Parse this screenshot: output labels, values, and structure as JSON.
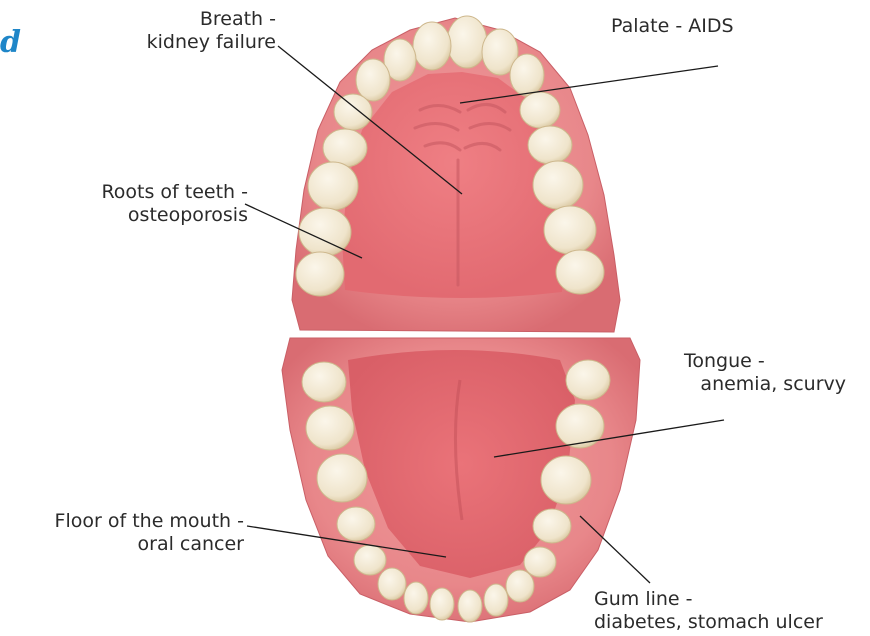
{
  "corner_glyph": "d",
  "labels": {
    "breath": {
      "line1": "Breath -",
      "line2": "kidney failure"
    },
    "palate": {
      "line1": "Palate - AIDS"
    },
    "roots": {
      "line1": "Roots of teeth -",
      "line2": "osteoporosis"
    },
    "tongue": {
      "line1": "Tongue -",
      "line2": "anemia, scurvy"
    },
    "floor": {
      "line1": "Floor of the mouth -",
      "line2": "oral cancer"
    },
    "gum": {
      "line1": "Gum line -",
      "line2": "diabetes, stomach ulcer"
    }
  },
  "colors": {
    "gum": "#e8878a",
    "gum_dark": "#c9575e",
    "tongue": "#e46f74",
    "tooth": "#f4ecd9",
    "tooth_shade": "#d9c8a3",
    "leader": "#1a1a1a"
  }
}
